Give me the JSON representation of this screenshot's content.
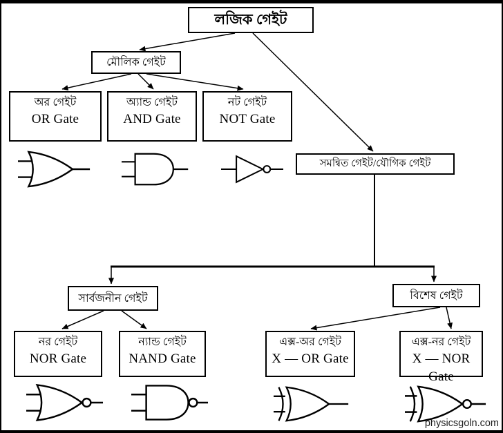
{
  "diagram": {
    "title": "লজিক গেইট",
    "watermark": "physicsgoln.com",
    "nodes": {
      "logic": {
        "label": "লজিক গেইট"
      },
      "basic": {
        "label": "মৌলিক গেইট"
      },
      "or": {
        "bn": "অর গেইট",
        "en": "OR Gate"
      },
      "and": {
        "bn": "অ্যান্ড গেইট",
        "en": "AND Gate"
      },
      "not": {
        "bn": "নট গেইট",
        "en": "NOT Gate"
      },
      "combined": {
        "label": "সমন্বিত গেইট/যৌগিক গেইট"
      },
      "universal": {
        "label": "সার্বজনীন গেইট"
      },
      "special": {
        "label": "বিশেষ গেইট"
      },
      "nor": {
        "bn": "নর গেইট",
        "en": "NOR Gate"
      },
      "nand": {
        "bn": "ন্যান্ড গেইট",
        "en": "NAND Gate"
      },
      "xor": {
        "bn": "এক্স-অর গেইট",
        "en": "X — OR Gate"
      },
      "xnor": {
        "bn": "এক্স-নর গেইট",
        "en": "X — NOR Gate"
      }
    },
    "symbols": [
      "or-gate-symbol",
      "and-gate-symbol",
      "not-gate-symbol",
      "nor-gate-symbol",
      "nand-gate-symbol",
      "xor-gate-symbol",
      "xnor-gate-symbol"
    ],
    "colors": {
      "line": "#000000",
      "background": "#ffffff",
      "text": "#000000",
      "watermark": "#1f1f1f"
    }
  }
}
